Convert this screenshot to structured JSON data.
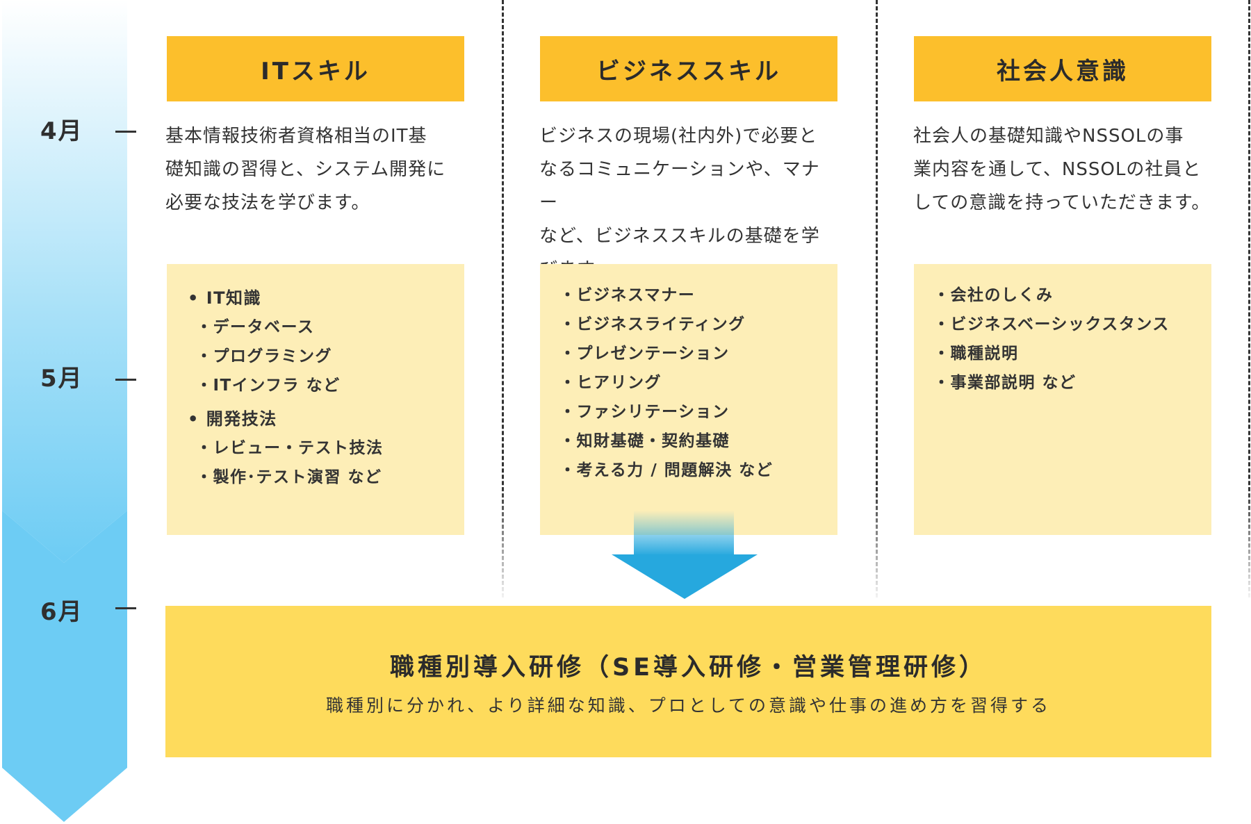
{
  "timeline": {
    "months": [
      "4月",
      "5月",
      "6月"
    ],
    "gradient_top": "#ffffff",
    "gradient_bottom": "#6dccf4",
    "arrow_color": "#6dccf4"
  },
  "columns": [
    {
      "title": "ITスキル",
      "description": [
        "基本情報技術者資格相当のIT基",
        "礎知識の習得と、システム開発に",
        "必要な技法を学びます。"
      ],
      "groups": [
        {
          "title": "• IT知識",
          "items": [
            "・データベース",
            "・プログラミング",
            "・ITインフラ など"
          ]
        },
        {
          "title": "• 開発技法",
          "items": [
            "・レビュー・テスト技法",
            "・製作･テスト演習 など"
          ]
        }
      ]
    },
    {
      "title": "ビジネススキル",
      "description": [
        "ビジネスの現場(社内外)で必要と",
        "なるコミュニケーションや、マナー",
        "など、ビジネススキルの基礎を学",
        "びます。"
      ],
      "items": [
        "・ビジネスマナー",
        "・ビジネスライティング",
        "・プレゼンテーション",
        "・ヒアリング",
        "・ファシリテーション",
        "・知財基礎・契約基礎",
        "・考える力 / 問題解決 など"
      ]
    },
    {
      "title": "社会人意識",
      "description": [
        "社会人の基礎知識やNSSOLの事",
        "業内容を通して、NSSOLの社員と",
        "しての意識を持っていただきます。"
      ],
      "items": [
        "・会社のしくみ",
        "・ビジネスベーシックスタンス",
        "・職種説明",
        "・事業部説明 など"
      ]
    }
  ],
  "bottom": {
    "title": "職種別導入研修（SE導入研修・営業管理研修）",
    "subtitle": "職種別に分かれ、より詳細な知識、プロとしての意識や仕事の進め方を習得する"
  },
  "colors": {
    "header": "#fcbf2c",
    "box": "#fdeeb7",
    "bottom_box": "#fedb5c",
    "arrow": "#26a8de"
  }
}
